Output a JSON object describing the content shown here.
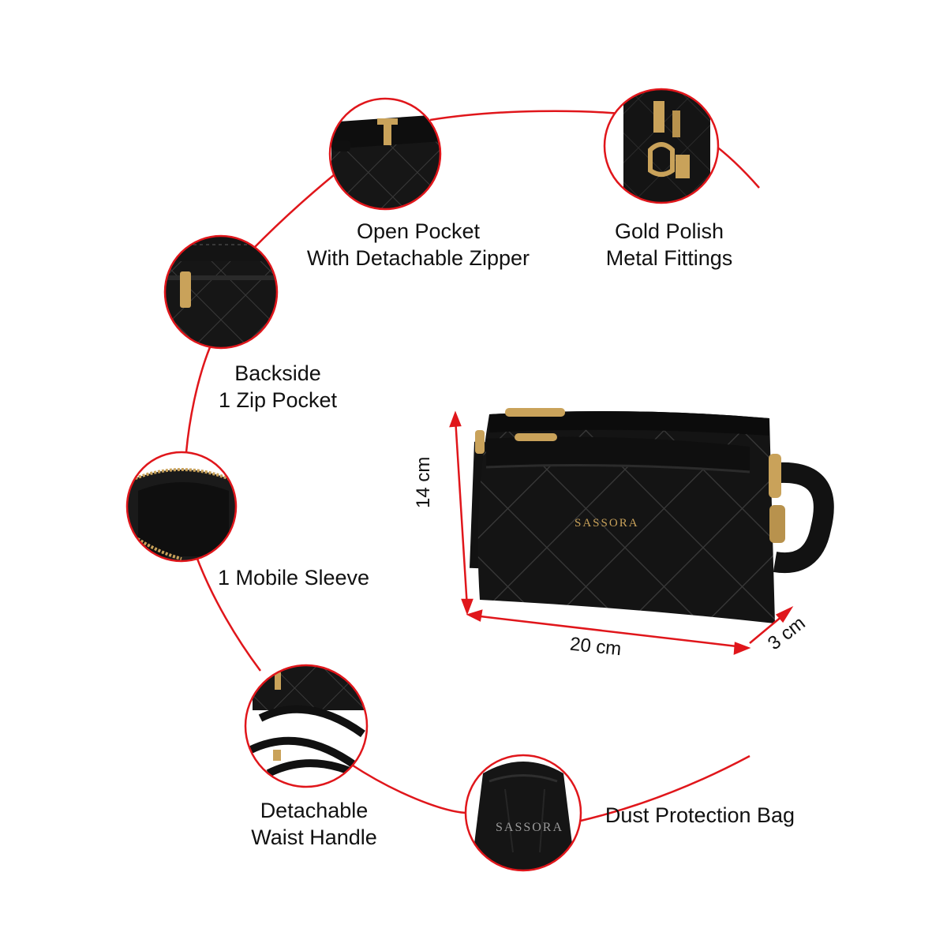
{
  "brand": {
    "name": "SASSORA"
  },
  "features": {
    "open_pocket": {
      "line1": "Open Pocket",
      "line2": "With Detachable Zipper"
    },
    "gold_polish": {
      "line1": "Gold Polish",
      "line2": "Metal Fittings"
    },
    "backside": {
      "line1": "Backside",
      "line2": "1 Zip Pocket"
    },
    "mobile": {
      "line1": "1 Mobile Sleeve"
    },
    "waist": {
      "line1": "Detachable",
      "line2": "Waist Handle"
    },
    "dust": {
      "line1": "Dust Protection Bag"
    }
  },
  "dimensions": {
    "height": "14 cm",
    "width": "20 cm",
    "depth": "3 cm"
  },
  "colors": {
    "accent": "#e0161b",
    "leather": "#141414",
    "hardware": "#c9a25a"
  }
}
